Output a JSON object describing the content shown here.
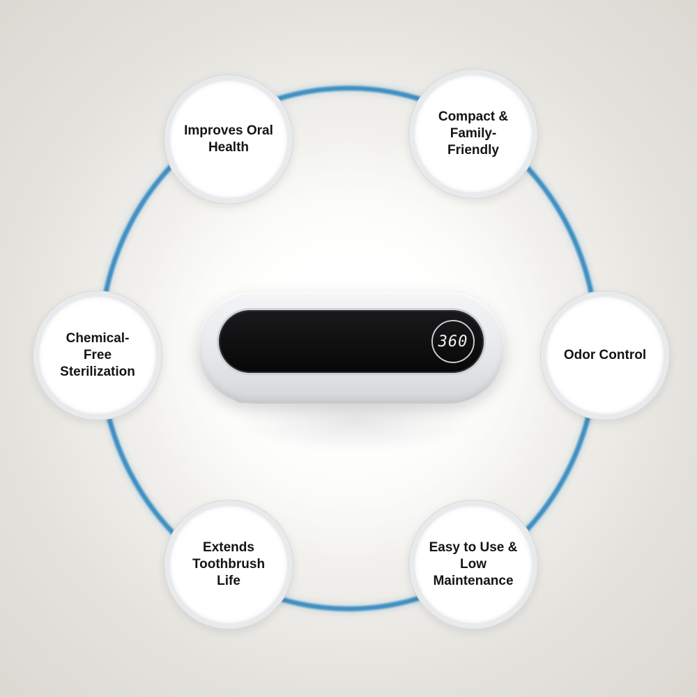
{
  "features": [
    {
      "label": "Improves Oral Health"
    },
    {
      "label": "Compact & Family-Friendly"
    },
    {
      "label": "Chemical-Free Sterilization"
    },
    {
      "label": "Odor Control"
    },
    {
      "label": "Extends Toothbrush Life"
    },
    {
      "label": "Easy to Use & Low Maintenance"
    }
  ],
  "device": {
    "display_readout": "360"
  },
  "colors": {
    "ring": "#3f8fc2",
    "background": "#e4e2dd",
    "bubble": "#ffffff",
    "text": "#141414"
  }
}
